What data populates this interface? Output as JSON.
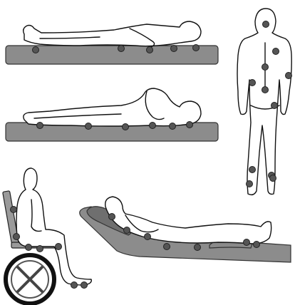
{
  "colors": {
    "background": "#ffffff",
    "mattress": "#8c8c8c",
    "pillow": "#6f6f6f",
    "pressure_point": "#555555",
    "outline": "#111111",
    "wheel": "#111111"
  },
  "scenes": [
    {
      "name": "supine-lying",
      "pressure_point_count": 5
    },
    {
      "name": "side-lying",
      "pressure_point_count": 6
    },
    {
      "name": "standing-back-view",
      "pressure_point_count": 11
    },
    {
      "name": "seated-wheelchair",
      "pressure_point_count": 7
    },
    {
      "name": "semi-reclined-bed",
      "pressure_point_count": 7
    }
  ]
}
